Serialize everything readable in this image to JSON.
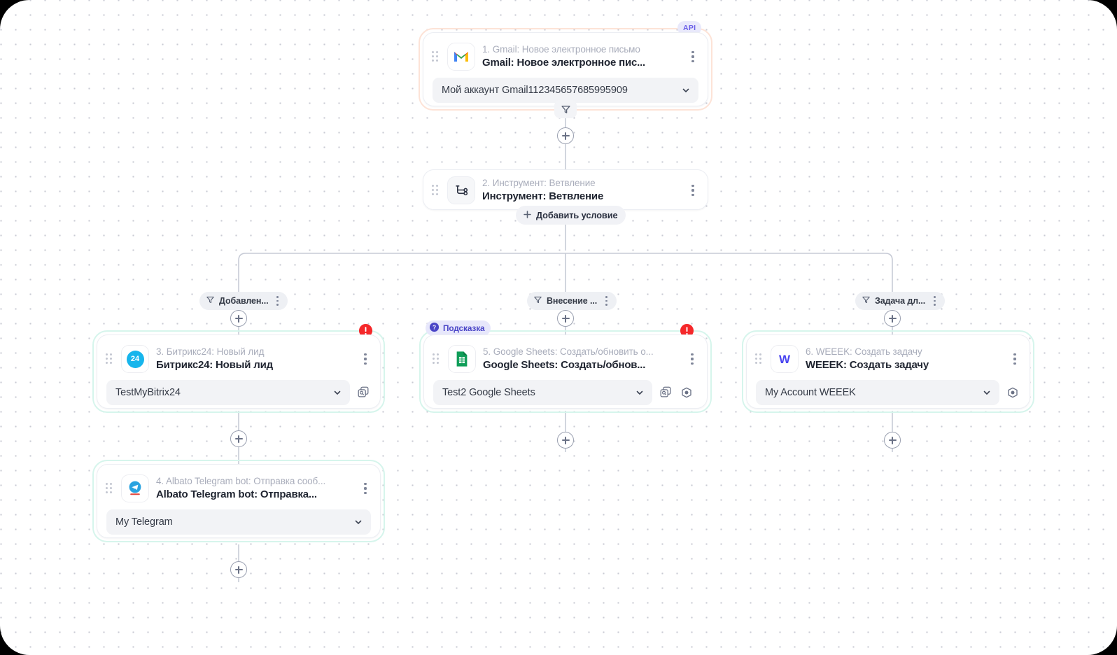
{
  "canvas": {
    "background": "#ffffff",
    "grid_dot_color": "#c9cbd4",
    "accent_mint": "#d6f5ec",
    "accent_peach": "#fde3d7",
    "accent_purple": "#6b5fe8",
    "error_red": "#f5282a"
  },
  "badges": {
    "api_label": "API",
    "hint_label": "Подсказка"
  },
  "buttons": {
    "add_condition": "Добавить условие"
  },
  "branch_labels": [
    {
      "text": "Добавлен...",
      "icon": "filter-icon"
    },
    {
      "text": "Внесение ...",
      "icon": "filter-icon"
    },
    {
      "text": "Задача дл...",
      "icon": "filter-icon"
    }
  ],
  "nodes": [
    {
      "id": "n1",
      "index_title": "1. Gmail: Новое электронное письмо",
      "title": "Gmail: Новое электронное пис...",
      "icon": "gmail-icon",
      "account": "Мой аккаунт Gmail112345657685995909",
      "halo": "api",
      "has_error": false,
      "extra_icons": []
    },
    {
      "id": "n2",
      "index_title": "2. Инструмент: Ветвление",
      "title": "Инструмент: Ветвление",
      "icon": "branch-tool-icon",
      "account": null,
      "halo": "none",
      "has_error": false,
      "extra_icons": []
    },
    {
      "id": "n3",
      "index_title": "3. Битрикс24: Новый лид",
      "title": "Битрикс24: Новый лид",
      "icon": "bitrix24-icon",
      "account": "TestMyBitrix24",
      "halo": "mint",
      "has_error": true,
      "extra_icons": [
        "copy-search-icon"
      ]
    },
    {
      "id": "n4",
      "index_title": "4. Albato Telegram bot: Отправка сооб...",
      "title": "Albato Telegram bot: Отправка...",
      "icon": "telegram-icon",
      "account": "My Telegram",
      "halo": "mint",
      "has_error": false,
      "extra_icons": []
    },
    {
      "id": "n5",
      "index_title": "5. Google Sheets: Создать/обновить о...",
      "title": "Google Sheets: Создать/обнов...",
      "icon": "google-sheets-icon",
      "account": "Test2 Google Sheets",
      "halo": "mint",
      "has_error": true,
      "extra_icons": [
        "copy-search-icon",
        "target-icon"
      ]
    },
    {
      "id": "n6",
      "index_title": "6. WEEEK: Создать задачу",
      "title": "WEEEK: Создать задачу",
      "icon": "weeek-icon",
      "account": "My Account WEEEK",
      "halo": "mint",
      "has_error": false,
      "extra_icons": [
        "target-icon"
      ]
    }
  ]
}
